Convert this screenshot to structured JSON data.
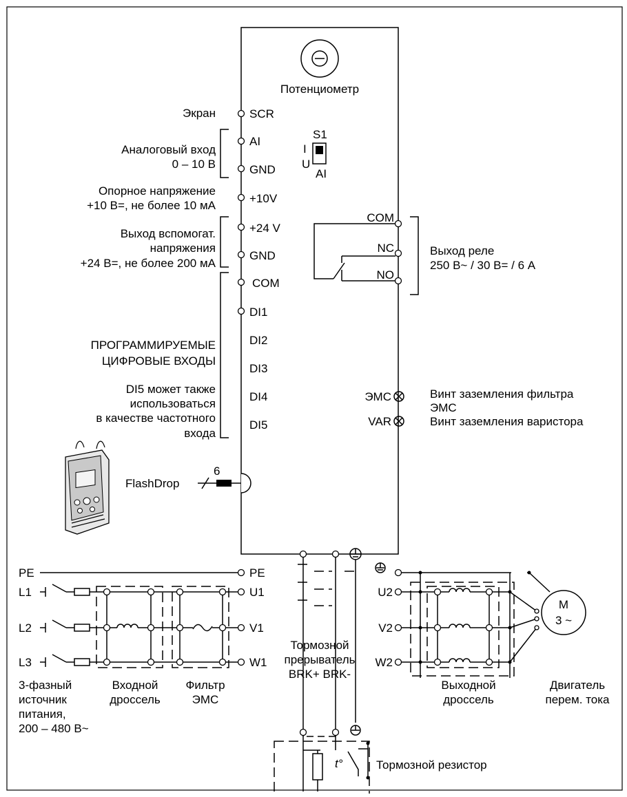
{
  "potentiometer": "Потенциометр",
  "left": {
    "screen": "Экран",
    "analog_input_1": "Аналоговый вход",
    "analog_input_2": "0 – 10 В",
    "reference_1": "Опорное напряжение",
    "reference_2": "+10 В=, не более 10 мА",
    "aux_1": "Выход вспомогат.",
    "aux_2": "напряжения",
    "aux_3": "+24 В=, не более 200 мА",
    "digital_1": "ПРОГРАММИРУЕМЫЕ",
    "digital_2": "ЦИФРОВЫЕ ВХОДЫ",
    "di5_1": "DI5 может также",
    "di5_2": "использоваться",
    "di5_3": "в качестве частотного",
    "di5_4": "входа",
    "flashdrop": "FlashDrop",
    "flashdrop_wires": "6"
  },
  "terminals": {
    "scr": "SCR",
    "ai": "AI",
    "gnd1": "GND",
    "p10v": "+10V",
    "p24v": "+24 V",
    "gnd2": "GND",
    "com": "COM",
    "di1": "DI1",
    "di2": "DI2",
    "di3": "DI3",
    "di4": "DI4",
    "di5": "DI5",
    "pe": "PE",
    "u1": "U1",
    "v1": "V1",
    "w1": "W1",
    "u2": "U2",
    "v2": "V2",
    "w2": "W2",
    "emc": "ЭМС",
    "var": "VAR"
  },
  "switch": {
    "name": "S1",
    "i": "I",
    "u": "U",
    "ai": "AI"
  },
  "relay": {
    "com": "COM",
    "nc": "NC",
    "no": "NO",
    "label_1": "Выход реле",
    "label_2": "250 В~ / 30 В= / 6 А"
  },
  "screws": {
    "emc_1": "Винт заземления фильтра",
    "emc_2": "ЭМС",
    "var": "Винт заземления варистора"
  },
  "supply": {
    "pe": "PE",
    "l1": "L1",
    "l2": "L2",
    "l3": "L3",
    "src_1": "3-фазный",
    "src_2": "источник",
    "src_3": "питания,",
    "src_4": "200 – 480 В~",
    "choke_1": "Входной",
    "choke_2": "дроссель",
    "filter_1": "Фильтр",
    "filter_2": "ЭМС"
  },
  "brake": {
    "chopper_1": "Тормозной",
    "chopper_2": "прерыватель",
    "chopper_3": "BRK+ BRK-",
    "resistor": "Тормозной резистор",
    "temp": "t°"
  },
  "output": {
    "choke_1": "Выходной",
    "choke_2": "дроссель",
    "motor_m": "M",
    "motor_phase": "3 ~",
    "motor_1": "Двигатель",
    "motor_2": "перем. тока"
  }
}
